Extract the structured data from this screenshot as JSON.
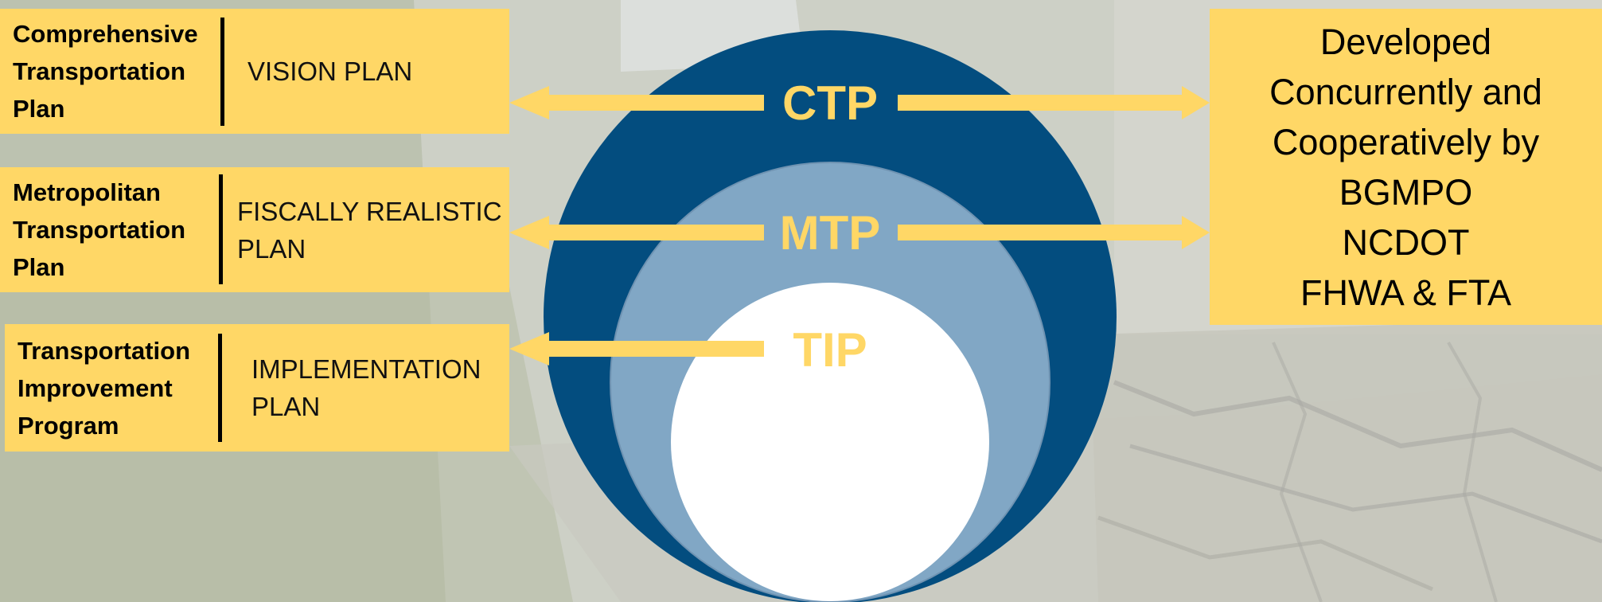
{
  "colors": {
    "panel_yellow": "#ffd766",
    "arrow_yellow": "#ffd766",
    "outer_circle": "#034d7f",
    "middle_circle": "#81a7c5",
    "inner_circle": "#ffffff",
    "text_black": "#000000"
  },
  "plans": [
    {
      "name": "Comprehensive\nTransportation\nPlan",
      "kind": "VISION PLAN",
      "acronym": "CTP"
    },
    {
      "name": "Metropolitan\nTransportation\nPlan",
      "kind": "FISCALLY REALISTIC\nPLAN",
      "acronym": "MTP"
    },
    {
      "name": "Transportation\nImprovement\nProgram",
      "kind": "IMPLEMENTATION\nPLAN",
      "acronym": "TIP"
    }
  ],
  "developed": {
    "text": "Developed\nConcurrently and\nCooperatively by\nBGMPO\nNCDOT\nFHWA & FTA"
  }
}
